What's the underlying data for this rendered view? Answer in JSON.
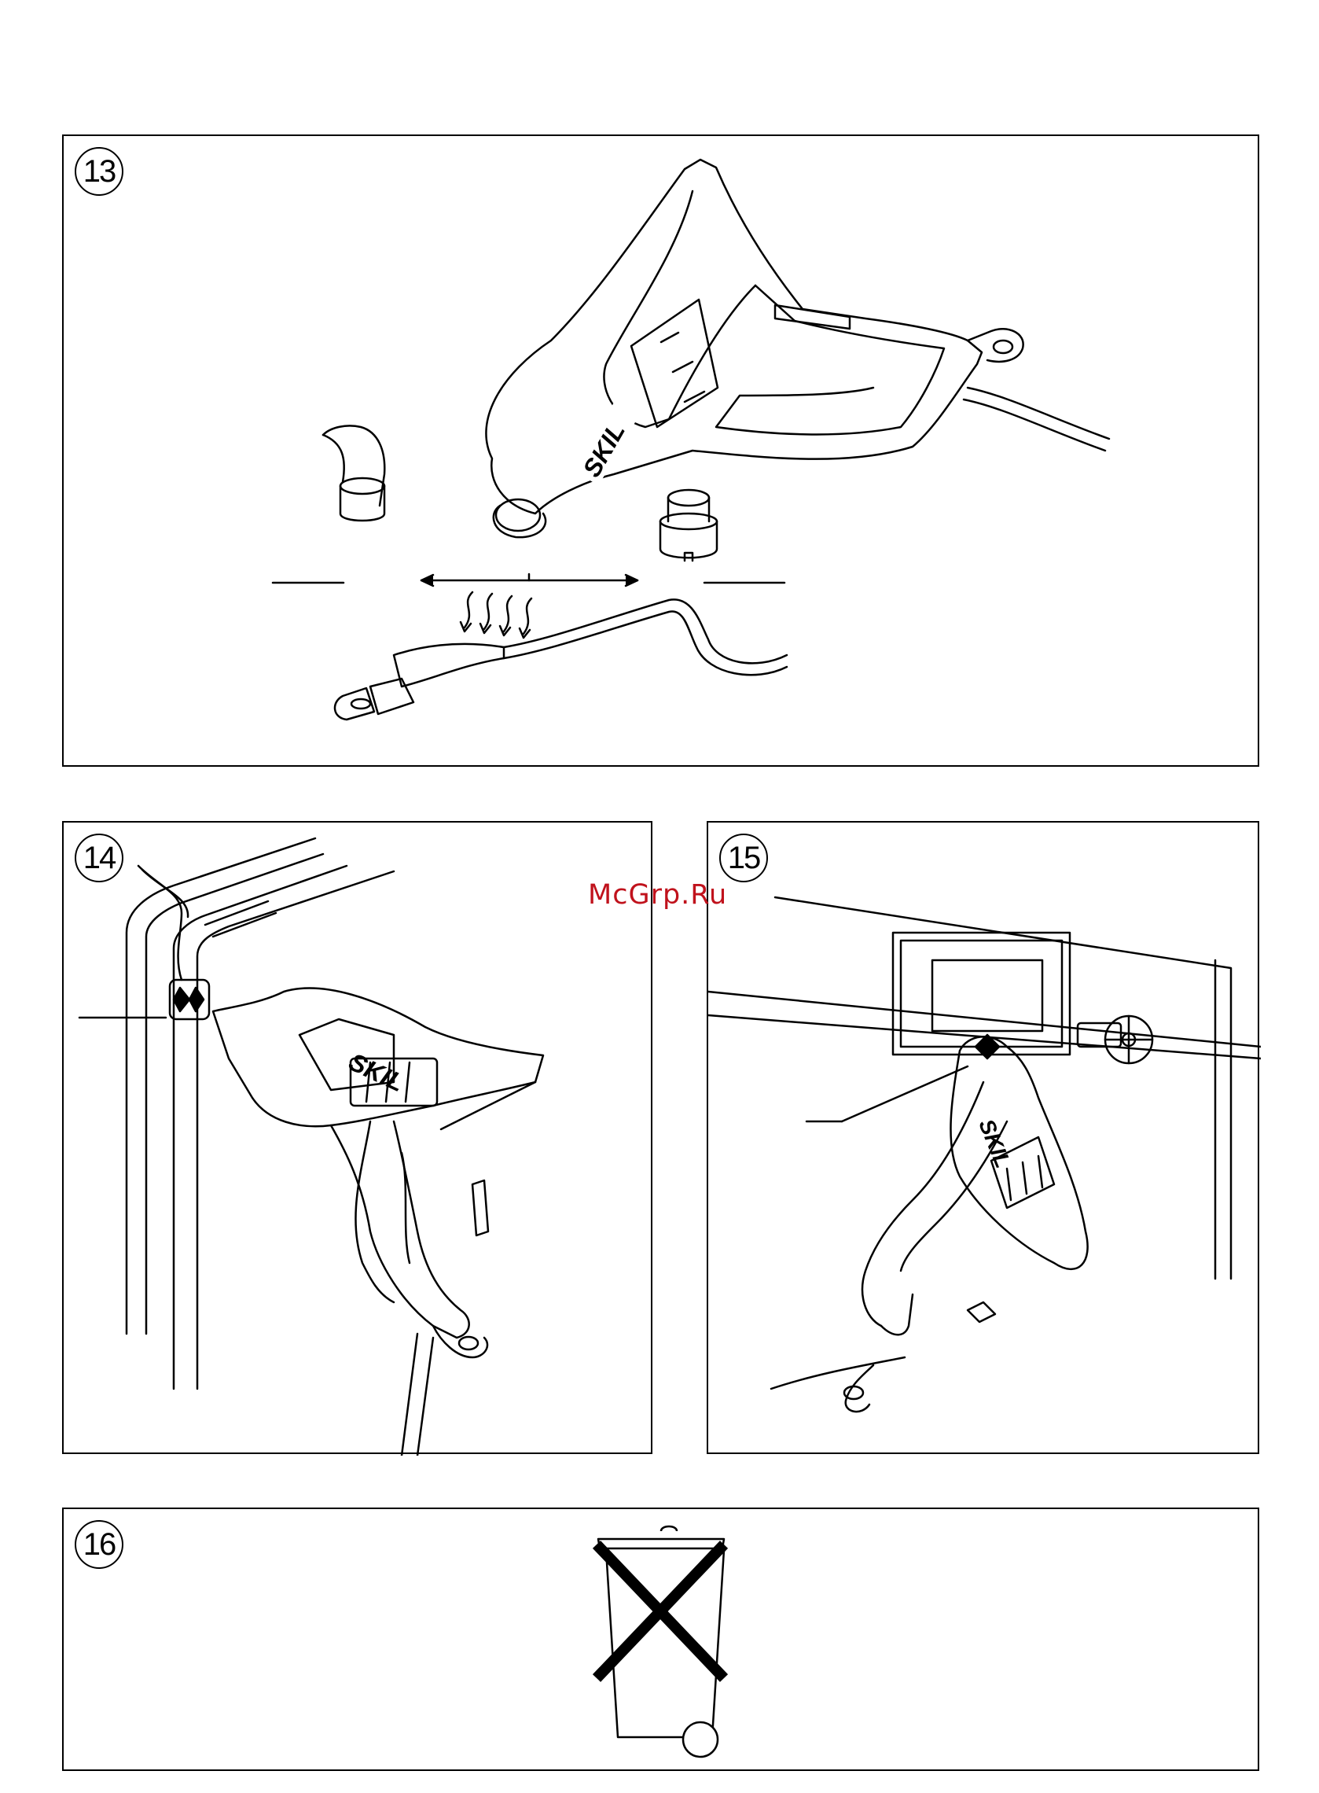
{
  "panels": [
    {
      "number": "13"
    },
    {
      "number": "14"
    },
    {
      "number": "15"
    },
    {
      "number": "16"
    }
  ],
  "brand": {
    "logo_text": "SKIL"
  },
  "watermark": {
    "text": "McGrp.Ru"
  },
  "colors": {
    "line": "#000000",
    "background": "#ffffff",
    "watermark": "#c0121c"
  }
}
